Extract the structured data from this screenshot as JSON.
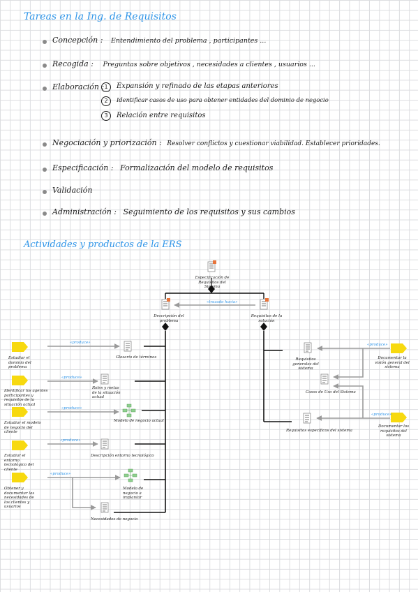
{
  "section1": {
    "title": "Tareas en la Ing. de Requisitos",
    "items": [
      {
        "label": "Concepción :",
        "text": "Entendimiento del problema , participantes ..."
      },
      {
        "label": "Recogida :",
        "text": "Preguntas sobre objetivos , necesidades a clientes , usuarios ..."
      },
      {
        "label": "Elaboración :",
        "subitems": [
          {
            "n": "1",
            "text": "Expansión y refinado de las etapas anteriores"
          },
          {
            "n": "2",
            "text": "Identificar casos de uso para obtener entidades del dominio de negocio"
          },
          {
            "n": "3",
            "text": "Relación entre requisitos"
          }
        ]
      },
      {
        "label": "Negociación y priorización :",
        "text": "Resolver conflictos y cuestionar viabilidad. Establecer prioridades."
      },
      {
        "label": "Especificación :",
        "text": "Formalización del modelo de requisitos"
      },
      {
        "label": "Validación",
        "text": ""
      },
      {
        "label": "Administración :",
        "text": "Seguimiento de los requisitos y sus cambios"
      }
    ]
  },
  "section2": {
    "title": "Actividades y productos de la ERS"
  },
  "diagram": {
    "colors": {
      "activity": "#f7d90f",
      "arrow": "#9a9a9a",
      "link": "#2f95e8",
      "line": "#111111"
    },
    "top_doc": "Especificación de Requisitos del Sistema",
    "mid_left": "Descripción del problema",
    "mid_right": "Requisitos de la solución",
    "mid_link": "«trazado hacia»",
    "left_activities": [
      "Estudiar el dominio del problema",
      "Identificar los agentes participantes y requisitos de la situación actual",
      "Estudiar el modelo de negocio del cliente",
      "Estudiar el entorno tecnológico del cliente",
      "Obtener y documentar las necesidades de los clientes y usuarios"
    ],
    "left_products": [
      "Glosario de términos",
      "Roles y metas de la situación actual",
      "Modelo de negocio actual",
      "Descripción entorno tecnológico",
      "Modelo de negocio a implantar",
      "Necesidades de negocio"
    ],
    "produce": "«produce»",
    "right_products": [
      "Requisitos generales del sistema",
      "Casos de Uso del Sistema",
      "Requisitos específicos del sistema"
    ],
    "right_activities": [
      "Documentar la visión general del sistema",
      "Documentar los requisitos del sistema"
    ]
  }
}
